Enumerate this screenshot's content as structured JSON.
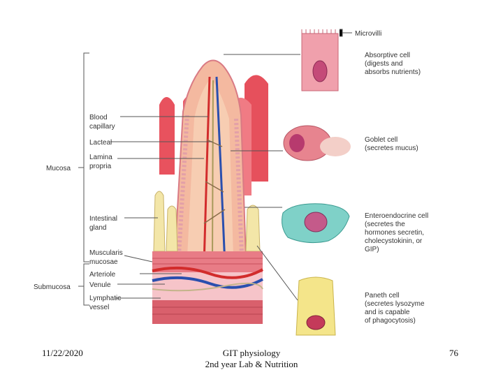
{
  "figure": {
    "labels_left": {
      "mucosa": "Mucosa",
      "submucosa": "Submucosa",
      "blood_capillary": [
        "Blood",
        "capillary"
      ],
      "lacteal": "Lacteal",
      "lamina_propria": [
        "Lamina",
        "propria"
      ],
      "intestinal_gland": [
        "Intestinal",
        "gland"
      ],
      "muscularis_mucosae": [
        "Muscularis",
        "mucosae"
      ],
      "arteriole": "Arteriole",
      "venule": "Venule",
      "lymphatic_vessel": [
        "Lymphatic",
        "vessel"
      ]
    },
    "labels_right": {
      "microvilli": "Microvilli",
      "absorptive_cell": [
        "Absorptive cell",
        "(digests and",
        "absorbs nutrients)"
      ],
      "goblet_cell": [
        "Goblet cell",
        "(secretes mucus)"
      ],
      "enteroendocrine_cell": [
        "Enteroendocrine cell",
        "(secretes the",
        "hormones secretin,",
        "cholecystokinin, or",
        "GIP)"
      ],
      "paneth_cell": [
        "Paneth cell",
        "(secretes lysozyme",
        "and is capable",
        "of phagocytosis)"
      ]
    }
  },
  "footer": {
    "date": "11/22/2020",
    "title_line1": "GIT physiology",
    "title_line2": "2nd year Lab & Nutrition",
    "page_number": "76"
  }
}
